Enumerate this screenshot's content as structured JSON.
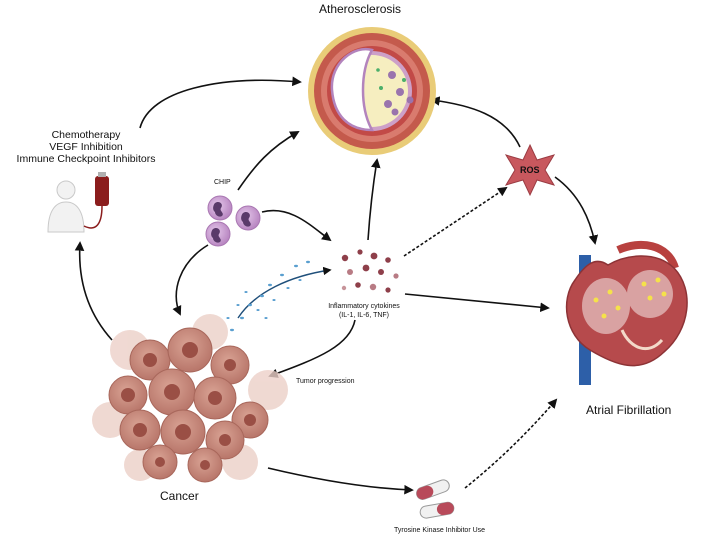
{
  "labels": {
    "atherosclerosis": "Atherosclerosis",
    "chemo_line1": "Chemotherapy",
    "chemo_line2": "VEGF Inhibition",
    "chemo_line3": "Immune Checkpoint Inhibitors",
    "chip": "CHIP",
    "ros": "ROS",
    "cytokines_line1": "Inflammatory cytokines",
    "cytokines_line2": "(IL-1, IL-6, TNF)",
    "tumor_progression": "Tumor progression",
    "atrial_fibrillation": "Atrial Fibrillation",
    "cancer": "Cancer",
    "tki": "Tyrosine Kinase Inhibitor Use"
  },
  "icons": [
    "artery-cross-section-icon",
    "patient-iv-bag-icon",
    "chip-blood-cells-icon",
    "ros-star-icon",
    "cytokine-dots-icon",
    "heart-icon",
    "cancer-cell-cluster-icon",
    "pill-capsules-icon"
  ],
  "colors": {
    "arrow": "#111111",
    "ros_fill": "#c8585e",
    "artery_wall": "#b9443d",
    "heart_muscle": "#b64a4c",
    "cancer_cells": "#c98c7e",
    "chip_cells": "#c89ad0",
    "cytokine_dots": "#8e3f4a",
    "tumor_dots": "#5a9fd0"
  }
}
